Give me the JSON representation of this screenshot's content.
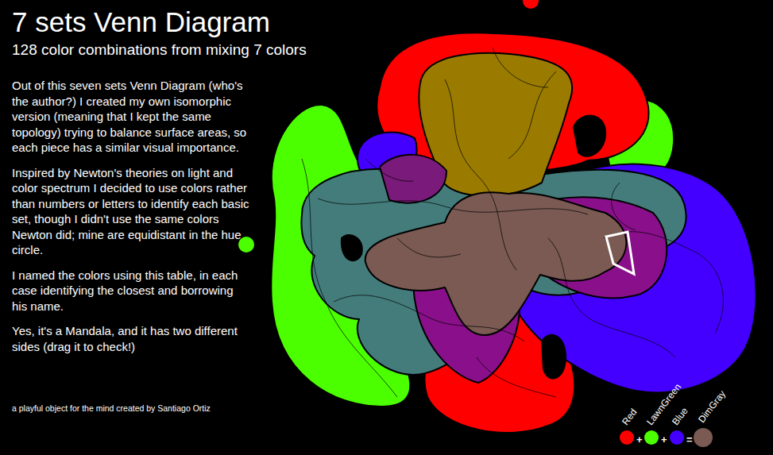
{
  "diagram": {
    "title": "7 sets Venn Diagram",
    "labels": [
      "128 color combinations from mixing 7 colors",
      "Out of this seven sets Venn Diagram (who's the author?) I created my own isomorphic version (meaning that I kept the same topology) trying to balance surface areas, so each piece has a similar visual importance.",
      "Inspired by Newton's theories on light and color spectrum I decided to use colors rather than numbers or letters to identify each basic set, though I didn't use the same colors Newton did; mine are equidistant in the hue circle.",
      "I named the colors using this table, in each case identifying the closest and borrowing his name.",
      "Yes, it's a Mandala, and it has two different sides (drag it to check!)",
      "a playful object for the mind created by Santiago Ortiz",
      "+",
      "+",
      "="
    ],
    "legend": [
      {
        "text": "Red",
        "color": "#ff0000"
      },
      {
        "text": "LawnGreen",
        "color": "#4cff00"
      },
      {
        "text": "Blue",
        "color": "#4400ff"
      },
      {
        "text": "DimGray",
        "color": "#7a5a52"
      }
    ]
  }
}
